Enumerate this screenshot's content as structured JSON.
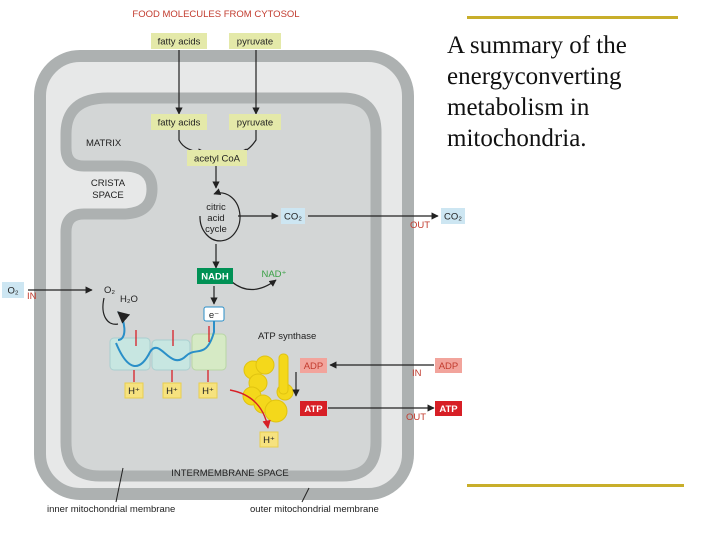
{
  "caption": "A summary of the energyconverting metabolism in mitochondria.",
  "diagram": {
    "title": "FOOD MOLECULES FROM CYTOSOL",
    "regions": {
      "matrix": "MATRIX",
      "crista_line1": "CRISTA",
      "crista_line2": "SPACE",
      "intermembrane": "INTERMEMBRANE SPACE"
    },
    "membranes": {
      "inner": "inner mitochondrial membrane",
      "outer": "outer mitochondrial membrane"
    },
    "molecules": {
      "fatty_acids": "fatty acids",
      "pyruvate": "pyruvate",
      "acetyl_coa": "acetyl CoA",
      "citric_line1": "citric",
      "citric_line2": "acid",
      "citric_line3": "cycle",
      "co2": "CO₂",
      "nadh": "NADH",
      "nad": "NAD⁺",
      "o2": "O₂",
      "h2o": "H₂O",
      "electron": "e⁻",
      "atp_synthase": "ATP synthase",
      "adp": "ADP",
      "atp": "ATP",
      "h_plus": "H⁺"
    },
    "directions": {
      "in": "IN",
      "out": "OUT"
    },
    "colors": {
      "cell_fill": "#d3d6d6",
      "membrane": "#adb1b1",
      "label_red": "#c23b2e",
      "food_box": "#e4e9a9",
      "co2_box": "#cde6f2",
      "nadh_box": "#009155",
      "nad_text": "#3aa046",
      "h_box": "#f6e27f",
      "adp_box": "#f2a49c",
      "atp_box": "#d71f26",
      "synthase": "#f4d81b",
      "transport_fill": "#c7e6e1",
      "rule": "#c8ae2a"
    }
  }
}
